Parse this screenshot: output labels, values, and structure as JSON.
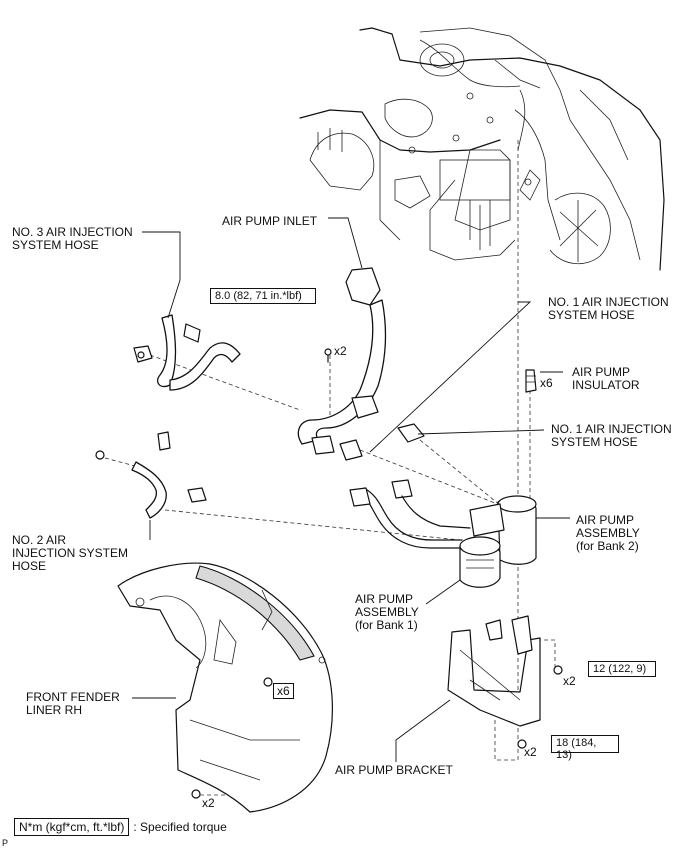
{
  "labels": {
    "no3_hose": "NO. 3 AIR INJECTION\nSYSTEM HOSE",
    "pump_inlet": "AIR PUMP INLET",
    "no1_hose_a": "NO. 1 AIR INJECTION\nSYSTEM HOSE",
    "insulator": "AIR PUMP\nINSULATOR",
    "no1_hose_b": "NO. 1 AIR INJECTION\nSYSTEM HOSE",
    "pump_bank2": "AIR PUMP\nASSEMBLY\n(for Bank 2)",
    "no2_hose": "NO. 2 AIR\nINJECTION SYSTEM\nHOSE",
    "pump_bank1": "AIR PUMP\nASSEMBLY\n(for Bank 1)",
    "fender_liner": "FRONT FENDER\nLINER RH",
    "bracket": "AIR PUMP BRACKET"
  },
  "torques": {
    "t1": "8.0 (82, 71 in.*lbf)",
    "t2": "12 (122, 9)",
    "t3": "18 (184,\n13)"
  },
  "quantities": {
    "q_inlet": "x2",
    "q_insulator": "x6",
    "q_liner": "x6",
    "q_liner_bottom": "x2",
    "q_bracket_nut": "x2",
    "q_bracket_bolt": "x2"
  },
  "legend": {
    "box": "N*m (kgf*cm, ft.*lbf)",
    "text": ": Specified torque"
  },
  "corner_mark": "P"
}
